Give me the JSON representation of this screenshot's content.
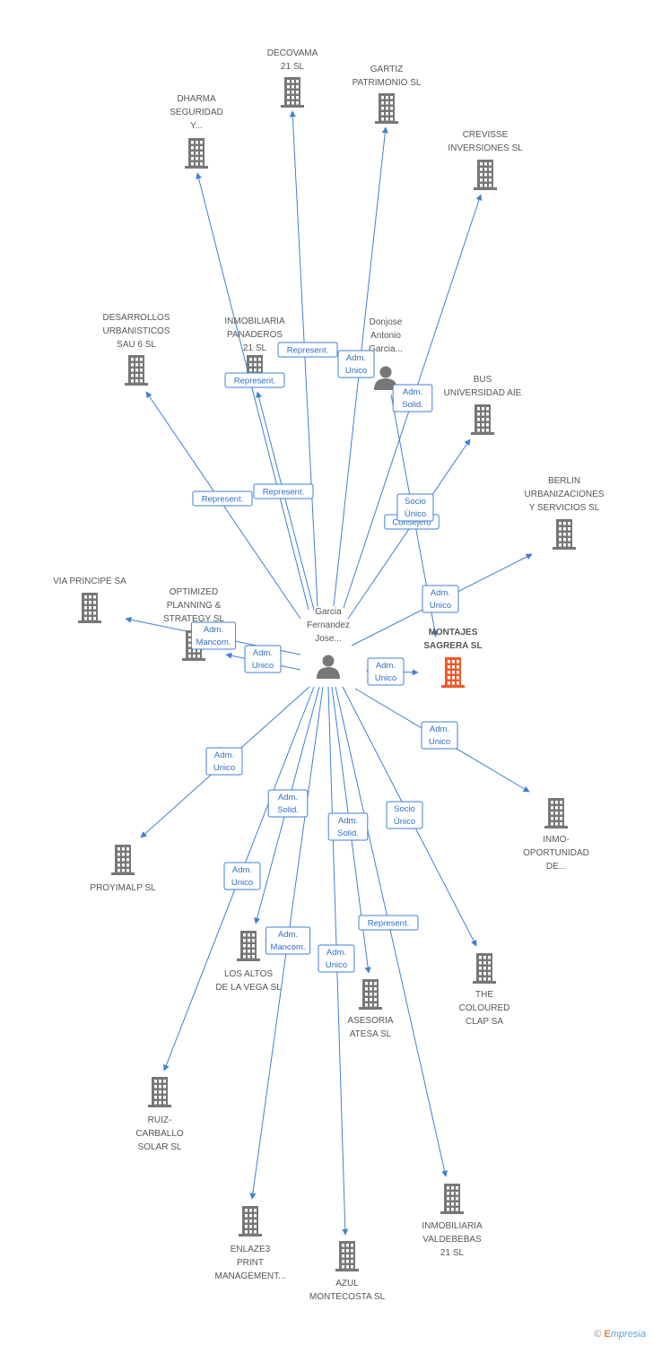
{
  "colors": {
    "edge": "#3f7fd6",
    "company": "#777777",
    "main_company": "#f05a28",
    "person": "#777777"
  },
  "nodes": [
    {
      "id": "decovama",
      "type": "company",
      "lines": [
        "DECOVAMA",
        "21 SL"
      ]
    },
    {
      "id": "gartiz",
      "type": "company",
      "lines": [
        "GARTIZ",
        "PATRIMONIO SL"
      ]
    },
    {
      "id": "dharma",
      "type": "company",
      "lines": [
        "DHARMA",
        "SEGURIDAD",
        "Y..."
      ]
    },
    {
      "id": "crevisse",
      "type": "company",
      "lines": [
        "CREVISSE",
        "INVERSIONES SL"
      ]
    },
    {
      "id": "desarrollos",
      "type": "company",
      "lines": [
        "DESARROLLOS",
        "URBANISTICOS",
        "SAU 6 SL"
      ]
    },
    {
      "id": "panaderos",
      "type": "company",
      "lines": [
        "INMOBILIARIA",
        "PANADEROS",
        "21 SL"
      ]
    },
    {
      "id": "donjose",
      "type": "person",
      "lines": [
        "Donjose",
        "Antonio",
        "Garcia..."
      ]
    },
    {
      "id": "bus",
      "type": "company",
      "lines": [
        "BUS",
        "UNIVERSIDAD AIE"
      ]
    },
    {
      "id": "berlin",
      "type": "company",
      "lines": [
        "BERLIN",
        "URBANIZACIONES",
        "Y SERVICIOS SL"
      ]
    },
    {
      "id": "via",
      "type": "company",
      "lines": [
        "VIA PRINCIPE SA"
      ]
    },
    {
      "id": "optimized",
      "type": "company",
      "lines": [
        "OPTIMIZED",
        "PLANNING &",
        "STRATEGY SL"
      ]
    },
    {
      "id": "garcia",
      "type": "person",
      "lines": [
        "Garcia",
        "Fernandez",
        "Jose..."
      ]
    },
    {
      "id": "montajes",
      "type": "main",
      "lines": [
        "MONTAJES",
        "SAGRERA SL"
      ]
    },
    {
      "id": "inmo",
      "type": "company",
      "lines": [
        "INMO-",
        "OPORTUNIDAD",
        "DE..."
      ]
    },
    {
      "id": "proyimalp",
      "type": "company",
      "lines": [
        "PROYIMALP SL"
      ]
    },
    {
      "id": "altos",
      "type": "company",
      "lines": [
        "LOS ALTOS",
        "DE LA VEGA SL"
      ]
    },
    {
      "id": "coloured",
      "type": "company",
      "lines": [
        "THE",
        "COLOURED",
        "CLAP SA"
      ]
    },
    {
      "id": "asesoria",
      "type": "company",
      "lines": [
        "ASESORIA",
        "ATESA SL"
      ]
    },
    {
      "id": "ruiz",
      "type": "company",
      "lines": [
        "RUIZ-",
        "CARBALLO",
        "SOLAR SL"
      ]
    },
    {
      "id": "enlaze",
      "type": "company",
      "lines": [
        "ENLAZE3",
        "PRINT",
        "MANAGEMENT..."
      ]
    },
    {
      "id": "azul",
      "type": "company",
      "lines": [
        "AZUL",
        "MONTECOSTA SL"
      ]
    },
    {
      "id": "valdebebas",
      "type": "company",
      "lines": [
        "INMOBILIARIA",
        "VALDEBEBAS",
        "21 SL"
      ]
    }
  ],
  "edges": [
    {
      "from": "garcia",
      "to": "decovama",
      "lines": [
        "Represent."
      ]
    },
    {
      "from": "garcia",
      "to": "dharma",
      "lines": [
        "Represent."
      ]
    },
    {
      "from": "garcia",
      "to": "gartiz",
      "lines": [
        "Adm.",
        "Unico"
      ]
    },
    {
      "from": "garcia",
      "to": "crevisse",
      "lines": [
        "Consejero"
      ]
    },
    {
      "from": "garcia",
      "to": "desarrollos",
      "lines": [
        "Represent."
      ]
    },
    {
      "from": "garcia",
      "to": "panaderos",
      "lines": [
        "Represent."
      ]
    },
    {
      "from": "garcia",
      "to": "bus",
      "lines": [
        "Socio",
        "Único"
      ]
    },
    {
      "from": "garcia",
      "to": "berlin",
      "lines": [
        "Adm.",
        "Unico"
      ]
    },
    {
      "from": "garcia",
      "to": "via",
      "lines": [
        "Adm.",
        "Mancom."
      ]
    },
    {
      "from": "garcia",
      "to": "optimized",
      "lines": [
        "Adm.",
        "Unico"
      ]
    },
    {
      "from": "garcia",
      "to": "montajes",
      "lines": [
        "Adm.",
        "Unico"
      ]
    },
    {
      "from": "donjose",
      "to": "montajes",
      "lines": [
        "Adm.",
        "Solid."
      ]
    },
    {
      "from": "garcia",
      "to": "inmo",
      "lines": [
        "Adm.",
        "Unico"
      ]
    },
    {
      "from": "garcia",
      "to": "proyimalp",
      "lines": [
        "Adm.",
        "Unico"
      ]
    },
    {
      "from": "garcia",
      "to": "altos",
      "lines": [
        "Adm.",
        "Solid."
      ]
    },
    {
      "from": "garcia",
      "to": "ruiz",
      "lines": [
        "Adm.",
        "Unico"
      ]
    },
    {
      "from": "garcia",
      "to": "enlaze",
      "lines": [
        "Adm.",
        "Mancom."
      ]
    },
    {
      "from": "garcia",
      "to": "asesoria",
      "lines": [
        "Adm.",
        "Solid."
      ]
    },
    {
      "from": "garcia",
      "to": "azul",
      "lines": [
        "Adm.",
        "Unico"
      ]
    },
    {
      "from": "garcia",
      "to": "coloured",
      "lines": [
        "Socio",
        "Único"
      ]
    },
    {
      "from": "garcia",
      "to": "valdebebas",
      "lines": [
        "Represent."
      ]
    }
  ],
  "footer": {
    "copyright": "©",
    "brand_first": "E",
    "brand_rest": "mpresia"
  }
}
